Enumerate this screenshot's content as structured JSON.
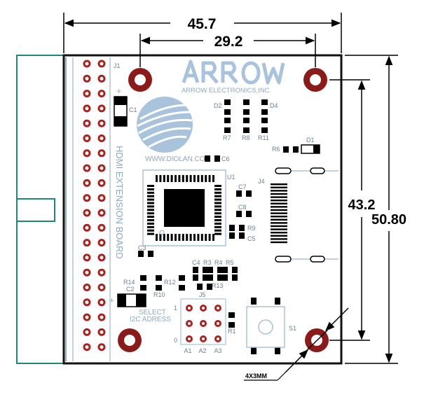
{
  "dimensions": {
    "overall_width": "45.7",
    "hole_spacing_x": "29.2",
    "hole_spacing_y": "43.2",
    "overall_height": "50.80",
    "hole_callout": "4X3MM"
  },
  "silkscreen": {
    "logo_text": "ARROW ELECTRONICS,INC.",
    "website": "WWW.DIOLAN.COM",
    "board_title": "HDMI EXTENSION BOARD",
    "select_label_1": "SELECT",
    "select_label_2": "I2C ADRESS",
    "jumper_row_1": "1",
    "jumper_row_0": "0",
    "jumper_cols": [
      "A1",
      "A2",
      "A3"
    ],
    "plus_top": "+",
    "plus_bottom": "+"
  },
  "designators": {
    "J1": "J1",
    "C1": "C1",
    "C2": "C2",
    "C3": "C3",
    "C4": "C4",
    "C5": "C5",
    "C6": "C6",
    "C7": "C7",
    "C8": "C8",
    "D1": "D1",
    "D2": "D2",
    "D4": "D4",
    "R1": "R1",
    "R3": "R3",
    "R4": "R4",
    "R5": "R5",
    "R6": "R6",
    "R7": "R7",
    "R8": "R8",
    "R9": "R9",
    "R10": "R10",
    "R11": "R11",
    "R12": "R12",
    "R13": "R13",
    "R14": "R14",
    "U1": "U1",
    "J4": "J4",
    "J5": "J5",
    "S1": "S1"
  },
  "colors": {
    "header_outline": "#1a8a7a",
    "mount_hole": "#8b1a1a",
    "pin": "#a8231f",
    "silk": "#8fa9bf"
  }
}
